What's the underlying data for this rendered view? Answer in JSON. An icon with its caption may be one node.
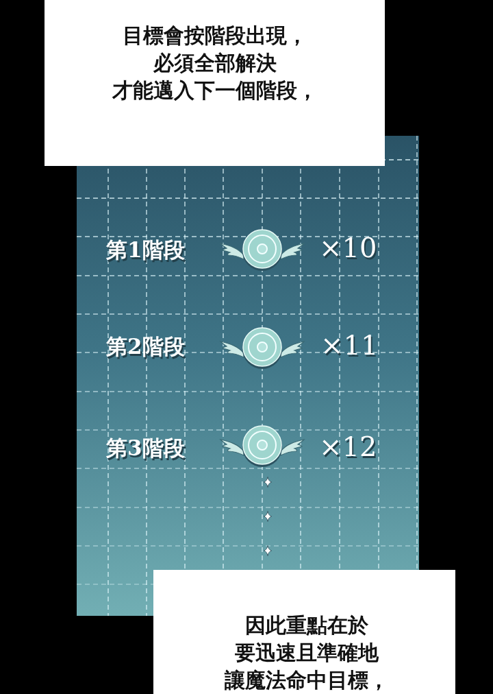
{
  "diagram": {
    "nodes": [
      {
        "text": [
          "目標會按階段出現，必須全部解決才能邁入下一個階段，"
        ]
      },
      {
        "text": [
          "第1階段",
          "×10",
          "第2階段",
          "×11",
          "第3階段",
          "×12"
        ]
      },
      {
        "text": [
          "因此重點在於要迅速且準確地讓魔法命中目標，"
        ]
      }
    ]
  }
}
